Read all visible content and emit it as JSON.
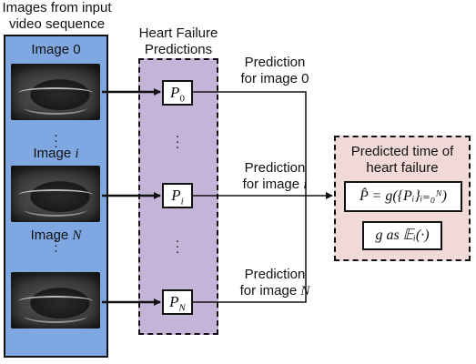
{
  "columns": {
    "input_title": [
      "Images from input",
      "video sequence"
    ],
    "pred_title": [
      "Heart Failure",
      "Predictions"
    ]
  },
  "images": [
    {
      "label": "Image 0"
    },
    {
      "label": "Image i"
    },
    {
      "label": "Image N"
    }
  ],
  "predictions": [
    {
      "symbol": "P",
      "sub": "0",
      "label_1": "Prediction",
      "label_2": "for image 0"
    },
    {
      "symbol": "P",
      "sub": "i",
      "label_1": "Prediction",
      "label_2": "for image i"
    },
    {
      "symbol": "P",
      "sub": "N",
      "label_1": "Prediction",
      "label_2": "for image N"
    }
  ],
  "output": {
    "title_1": "Predicted time of",
    "title_2": "heart failure",
    "formula": "P̂ = g({Pᵢ}ᵢ₌₀ᴺ)",
    "aggregator": "g as 𝔼ᵢ(·)"
  },
  "colors": {
    "input_panel": "#7fa8e2",
    "pred_panel": "#c4b4d8",
    "output_panel": "#f1d9d8"
  }
}
